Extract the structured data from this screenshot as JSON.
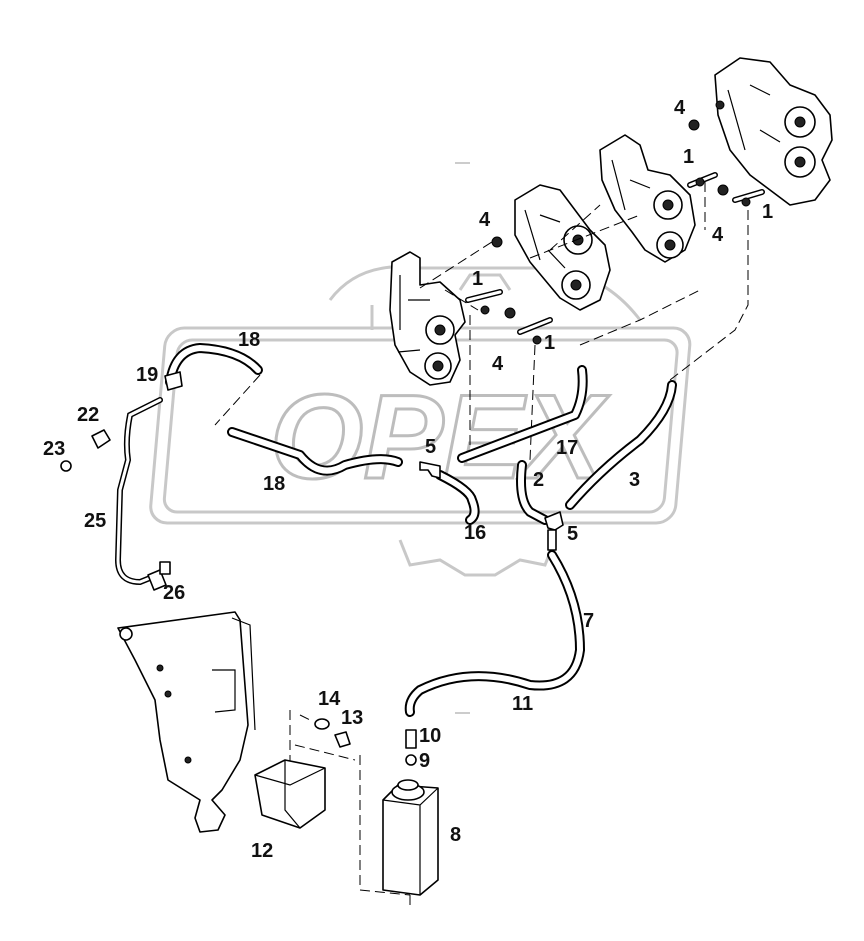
{
  "diagram": {
    "watermark": "OPEX",
    "callouts": [
      "1",
      "2",
      "3",
      "4",
      "5",
      "7",
      "8",
      "9",
      "10",
      "11",
      "12",
      "13",
      "14",
      "16",
      "17",
      "18",
      "19",
      "22",
      "23",
      "25",
      "26"
    ]
  }
}
